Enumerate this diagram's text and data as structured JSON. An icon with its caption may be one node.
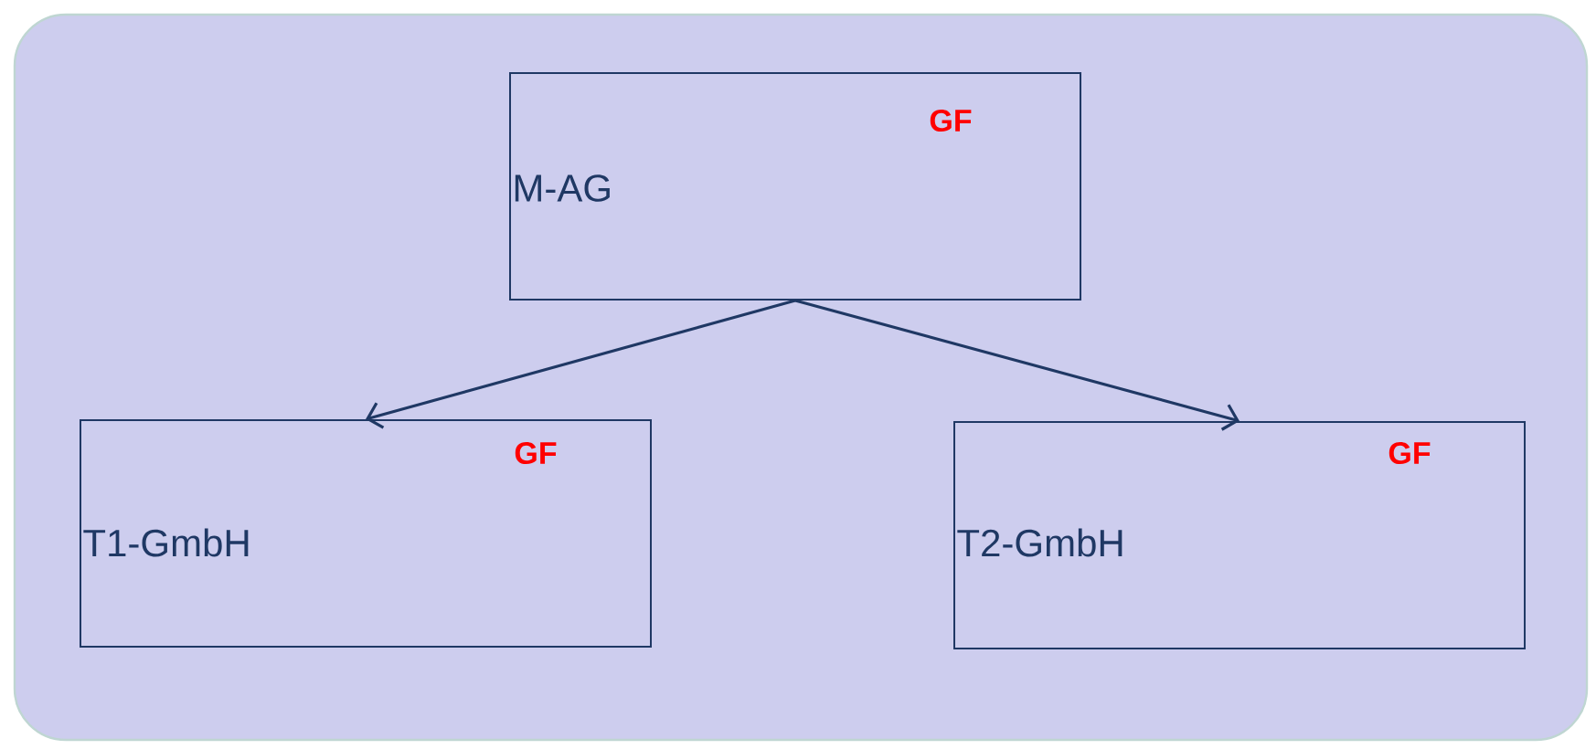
{
  "diagram": {
    "nodes": [
      {
        "text": [
          "M-AG",
          "GF"
        ]
      },
      {
        "text": [
          "T1-GmbH",
          "GF"
        ]
      },
      {
        "text": [
          "T2-GmbH",
          "GF"
        ]
      }
    ],
    "edges": [
      {
        "from": 0,
        "to": 1,
        "arrow": "to"
      },
      {
        "from": 0,
        "to": 2,
        "arrow": "to"
      }
    ]
  }
}
